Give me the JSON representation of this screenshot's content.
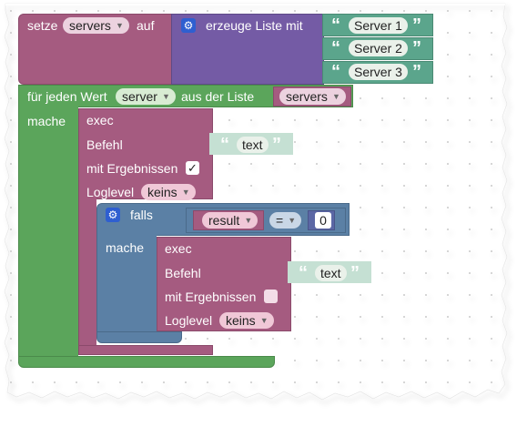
{
  "colors": {
    "variable_block": "#a55b80",
    "list_block": "#745ba5",
    "text_block": "#5ba58c",
    "loop_block": "#5ba55b",
    "exec_block": "#a55b80",
    "logic_block": "#5b80a5"
  },
  "set_block": {
    "label_set": "setze",
    "variable": "servers",
    "label_to": "auf"
  },
  "list_block": {
    "gear_icon": "gear-icon",
    "label": "erzeuge Liste mit",
    "items": [
      "Server 1",
      "Server 2",
      "Server 3"
    ]
  },
  "quotes": {
    "open": "“",
    "close": "”"
  },
  "foreach_block": {
    "label_for": "für jeden Wert",
    "variable": "server",
    "label_in": "aus der Liste",
    "list_variable": "servers",
    "label_do": "mache"
  },
  "exec1": {
    "label_exec": "exec",
    "label_command": "Befehl",
    "command_text": "text",
    "label_with_results": "mit Ergebnissen",
    "with_results_mark": "✓",
    "label_loglevel": "Loglevel",
    "loglevel": "keins"
  },
  "if_block": {
    "label_if": "falls",
    "label_do": "mache",
    "compare_variable": "result",
    "operator": "=",
    "compare_value": "0"
  },
  "exec2": {
    "label_exec": "exec",
    "label_command": "Befehl",
    "command_text": "text",
    "label_with_results": "mit Ergebnissen",
    "with_results_mark": "",
    "label_loglevel": "Loglevel",
    "loglevel": "keins"
  }
}
